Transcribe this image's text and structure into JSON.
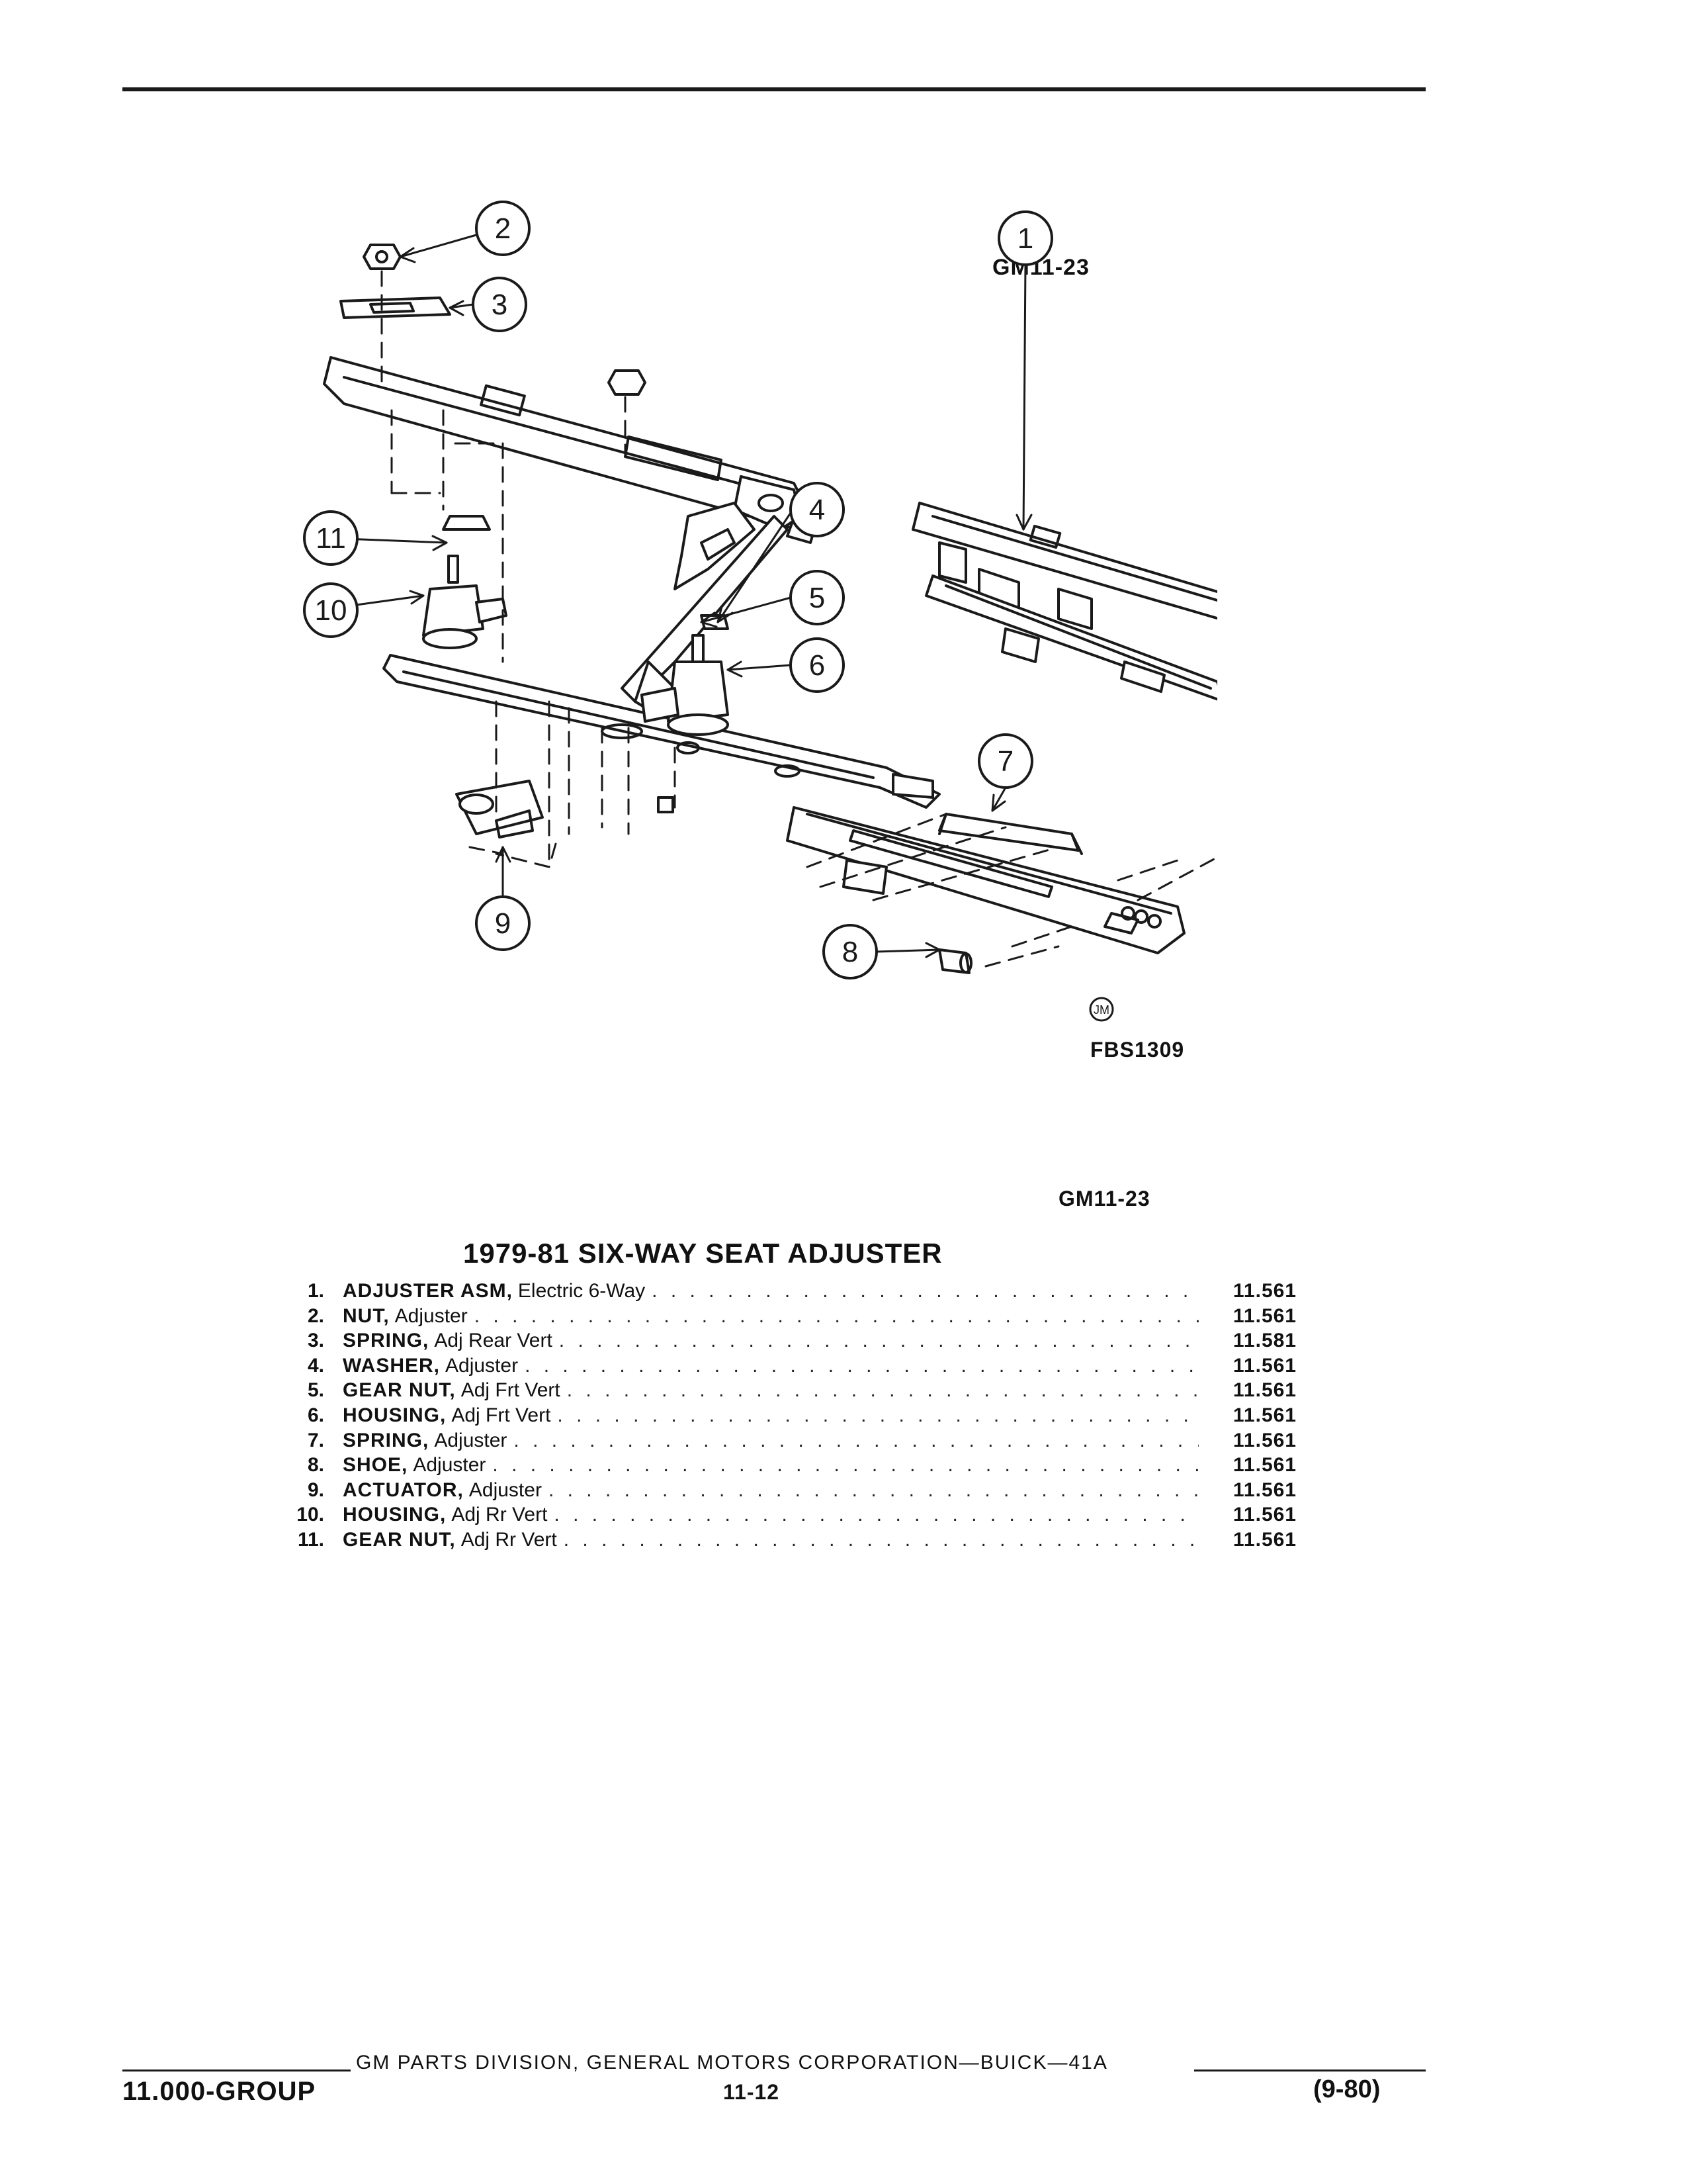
{
  "figure": {
    "id_top": "GM11-23",
    "code": "FBS1309",
    "id_bottom": "GM11-23",
    "mark": "JM",
    "callouts": [
      "1",
      "2",
      "3",
      "4",
      "5",
      "6",
      "7",
      "8",
      "9",
      "10",
      "11"
    ]
  },
  "title": "1979-81 SIX-WAY SEAT ADJUSTER",
  "parts": [
    {
      "num": "1.",
      "name": "ADJUSTER ASM,",
      "desc": "Electric 6-Way",
      "group": "11.561"
    },
    {
      "num": "2.",
      "name": "NUT,",
      "desc": "Adjuster",
      "group": "11.561"
    },
    {
      "num": "3.",
      "name": "SPRING,",
      "desc": "Adj Rear Vert",
      "group": "11.581"
    },
    {
      "num": "4.",
      "name": "WASHER,",
      "desc": "Adjuster",
      "group": "11.561"
    },
    {
      "num": "5.",
      "name": "GEAR NUT,",
      "desc": "Adj Frt Vert",
      "group": "11.561"
    },
    {
      "num": "6.",
      "name": "HOUSING,",
      "desc": "Adj Frt Vert",
      "group": "11.561"
    },
    {
      "num": "7.",
      "name": "SPRING,",
      "desc": "Adjuster",
      "group": "11.561"
    },
    {
      "num": "8.",
      "name": "SHOE,",
      "desc": "Adjuster",
      "group": "11.561"
    },
    {
      "num": "9.",
      "name": "ACTUATOR,",
      "desc": "Adjuster",
      "group": "11.561"
    },
    {
      "num": "10.",
      "name": "HOUSING,",
      "desc": "Adj Rr Vert",
      "group": "11.561"
    },
    {
      "num": "11.",
      "name": "GEAR NUT,",
      "desc": "Adj Rr Vert",
      "group": "11.561"
    }
  ],
  "footer": {
    "publisher": "GM PARTS DIVISION, GENERAL MOTORS CORPORATION—BUICK—41A",
    "group_label": "11.000-GROUP",
    "page": "11-12",
    "revision": "(9-80)"
  }
}
